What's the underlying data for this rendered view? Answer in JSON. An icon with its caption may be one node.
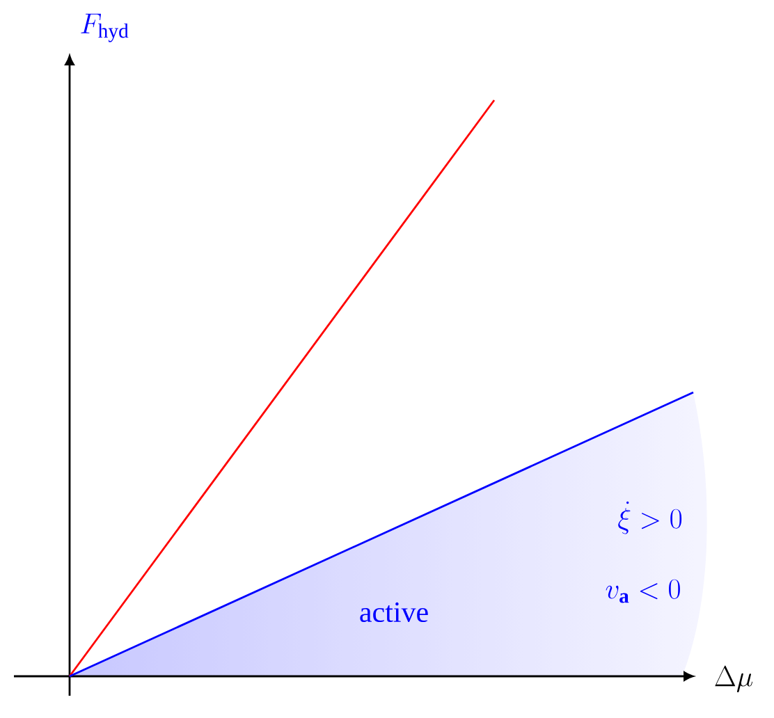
{
  "diagram": {
    "labels": [
      "F_{\\mathrm{hyd}}",
      "\\Delta\\mu",
      "\\dot{\\xi} > 0",
      "v_{\\mathbf{a}} < 0",
      "active"
    ]
  }
}
